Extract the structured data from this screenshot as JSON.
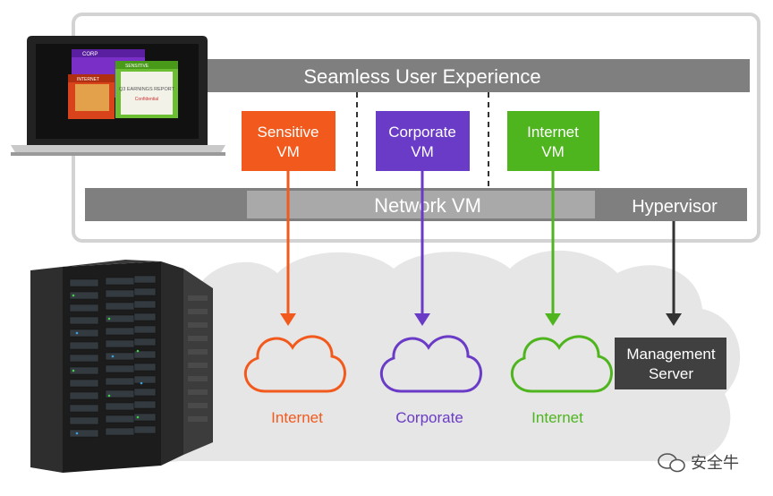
{
  "bars": {
    "experience": "Seamless User Experience",
    "network": "Network VM",
    "hypervisor": "Hypervisor"
  },
  "vms": [
    {
      "line1": "Sensitive",
      "line2": "VM",
      "color": "#f25a1d"
    },
    {
      "line1": "Corporate",
      "line2": "VM",
      "color": "#6a3bc6"
    },
    {
      "line1": "Internet",
      "line2": "VM",
      "color": "#4fb51f"
    }
  ],
  "clouds": [
    {
      "label": "Internet",
      "color": "#f25a1d"
    },
    {
      "label": "Corporate",
      "color": "#6a3bc6"
    },
    {
      "label": "Internet",
      "color": "#4fb51f"
    }
  ],
  "management": {
    "line1": "Management",
    "line2": "Server"
  },
  "laptop_screen": {
    "window1": "CORP",
    "window2": "INTERNET",
    "window3": "SENSITIVE",
    "doc_title": "Q3 EARNINGS REPORT",
    "doc_sub": "Confidential"
  },
  "watermark": "安全牛",
  "colors": {
    "bar_gray": "#7f7f7f",
    "inner_bar_gray": "#a9a9a9",
    "cloud_bg": "#e6e6e6",
    "mgmt_bg": "#404040"
  }
}
